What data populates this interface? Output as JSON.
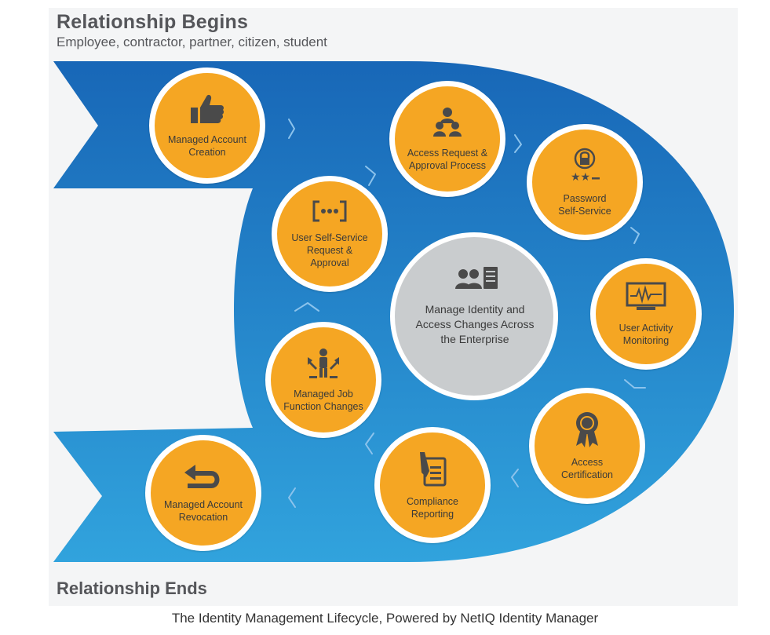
{
  "header": {
    "title": "Relationship Begins",
    "subtitle": "Employee, contractor, partner, citizen, student"
  },
  "footer": {
    "title": "Relationship Ends"
  },
  "caption": "The Identity Management Lifecycle, Powered by NetIQ Identity Manager",
  "center": {
    "label": "Manage Identity and\nAccess Changes Across\nthe Enterprise",
    "icon": "users-server-icon"
  },
  "steps": [
    {
      "label": "Managed Account\nCreation",
      "icon": "thumbs-up-icon"
    },
    {
      "label": "Access Request &\nApproval Process",
      "icon": "people-group-icon"
    },
    {
      "label": "Password\nSelf-Service",
      "icon": "lock-password-icon"
    },
    {
      "label": "User Activity\nMonitoring",
      "icon": "monitor-activity-icon"
    },
    {
      "label": "Access\nCertification",
      "icon": "award-ribbon-icon"
    },
    {
      "label": "Compliance\nReporting",
      "icon": "pen-document-icon"
    },
    {
      "label": "Managed Account\nRevocation",
      "icon": "undo-arrow-icon"
    },
    {
      "label": "Managed Job\nFunction Changes",
      "icon": "person-arrows-icon"
    },
    {
      "label": "User Self-Service\nRequest &\nApproval",
      "icon": "brackets-dots-icon"
    }
  ],
  "colors": {
    "band_top": "#1867b7",
    "band_bottom": "#31a3dd",
    "circle_fill": "#f5a623",
    "circle_ring": "#ffffff",
    "center_fill": "#c9ccce",
    "icon": "#4a4a4a"
  }
}
